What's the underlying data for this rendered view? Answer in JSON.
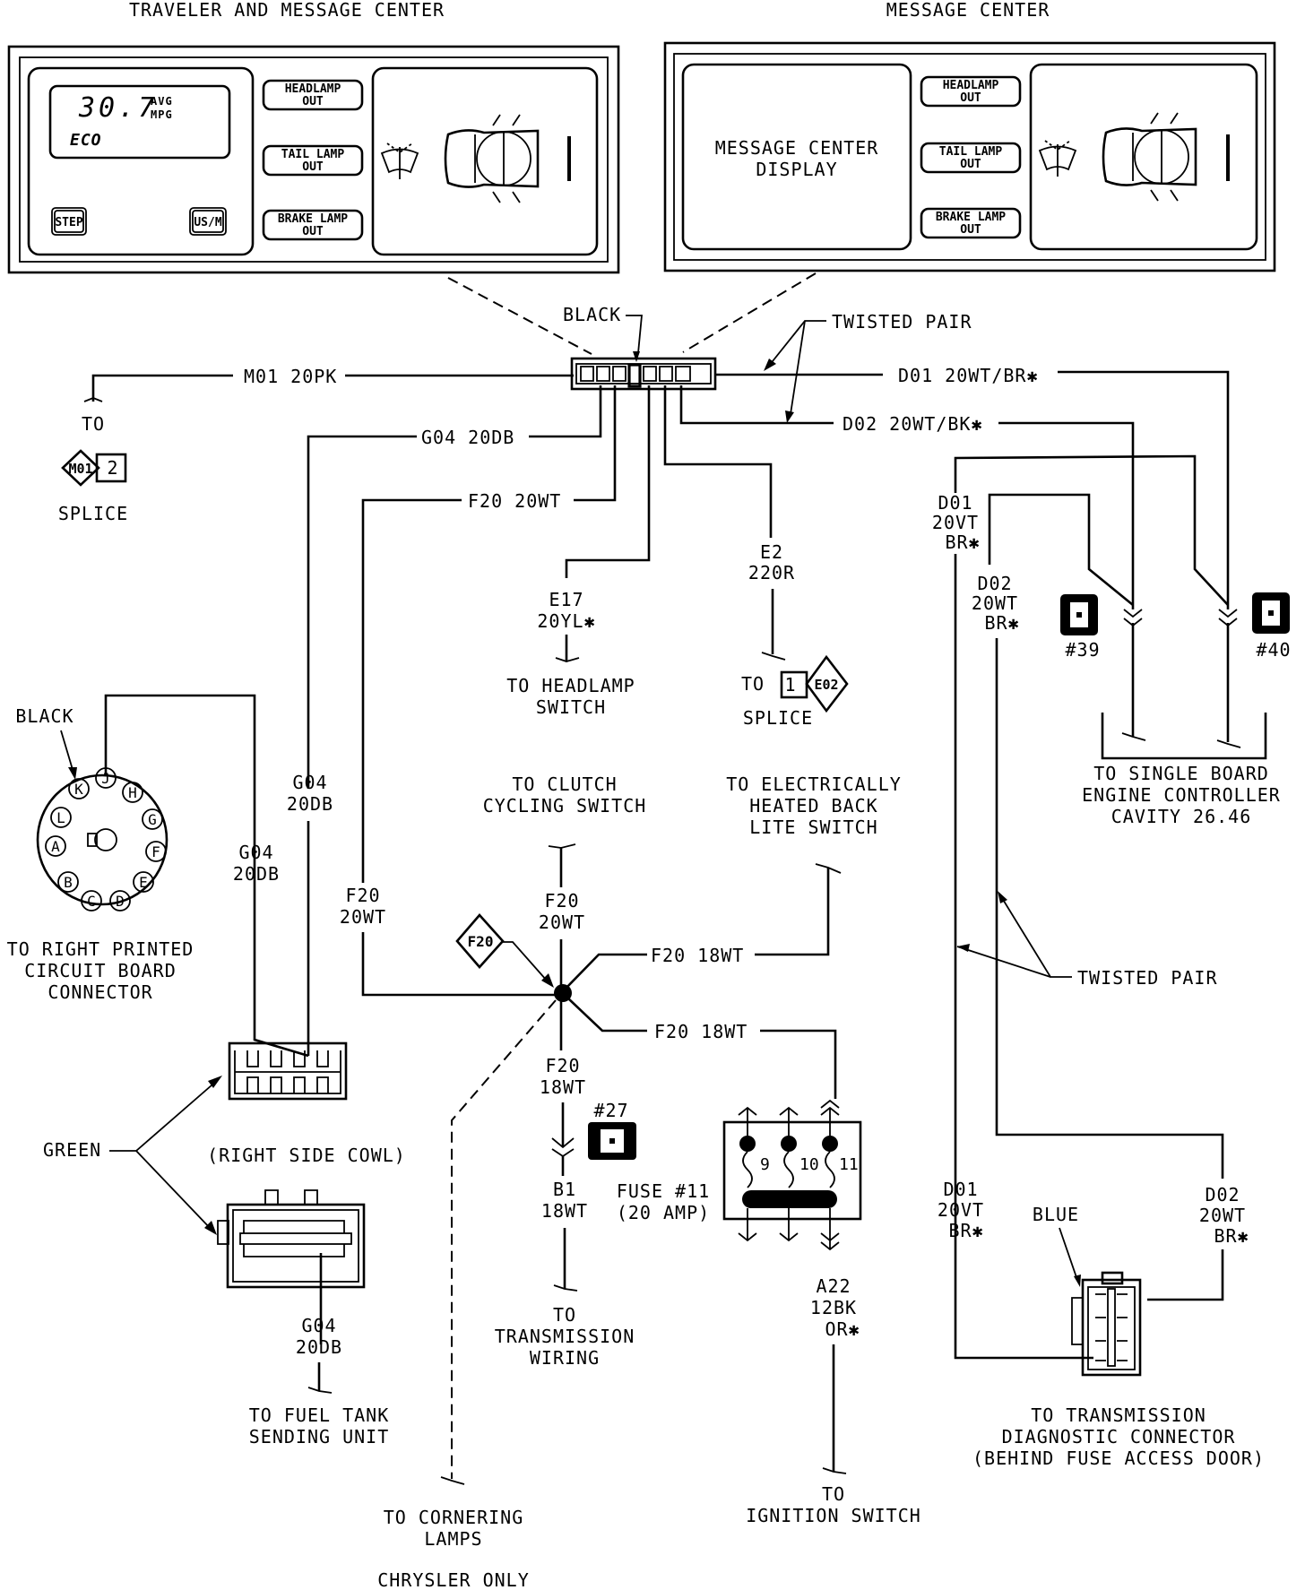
{
  "panels": {
    "traveler": {
      "title": "TRAVELER AND MESSAGE CENTER",
      "lcd_value": "30.7",
      "lcd_unit_top": "AVG",
      "lcd_unit_bottom": "MPG",
      "lcd_mode": "ECO",
      "step_button": "STEP",
      "units_button": "US/M",
      "lamp_buttons": [
        {
          "line1": "HEADLAMP",
          "line2": "OUT"
        },
        {
          "line1": "TAIL LAMP",
          "line2": "OUT"
        },
        {
          "line1": "BRAKE LAMP",
          "line2": "OUT"
        }
      ]
    },
    "message": {
      "title": "MESSAGE CENTER",
      "display_line1": "MESSAGE CENTER",
      "display_line2": "DISPLAY",
      "lamp_buttons": [
        {
          "line1": "HEADLAMP",
          "line2": "OUT"
        },
        {
          "line1": "TAIL LAMP",
          "line2": "OUT"
        },
        {
          "line1": "BRAKE LAMP",
          "line2": "OUT"
        }
      ]
    }
  },
  "main_connector": {
    "color_label": "BLACK"
  },
  "twisted_pair_label": "TWISTED PAIR",
  "wires": {
    "m01": "M01 20PK",
    "g04_top": "G04 20DB",
    "f20_top": "F20 20WT",
    "d01_top": "D01 20WT/BR✱",
    "d02_top": "D02 20WT/BK✱",
    "e17": [
      "E17",
      "20YL✱"
    ],
    "e2": [
      "E2",
      "220R"
    ],
    "g04_vert": [
      "G04",
      "20DB"
    ],
    "g04_pcb": [
      "G04",
      "20DB"
    ],
    "f20_left": [
      "F20",
      "20WT"
    ],
    "f20_up": [
      "F20",
      "20WT"
    ],
    "f20_right1": "F20 18WT",
    "f20_right2": "F20 18WT",
    "f20_down": [
      "F20",
      "18WT"
    ],
    "b1": [
      "B1",
      "18WT"
    ],
    "a22": [
      "A22",
      "12BK",
      "OR✱"
    ],
    "g04_fuel": [
      "G04",
      "20DB"
    ],
    "d01_right": [
      "D01",
      "20VT",
      "BR✱"
    ],
    "d02_right": [
      "D02",
      "20WT",
      "BR✱"
    ],
    "d01_low": [
      "D01",
      "20VT",
      "BR✱"
    ],
    "d02_low": [
      "D02",
      "20WT",
      "BR✱"
    ]
  },
  "splices": {
    "m01": {
      "to": "TO",
      "id": "M01",
      "num": "2",
      "label": "SPLICE"
    },
    "e02": {
      "to": "TO",
      "id": "E02",
      "num": "1",
      "label": "SPLICE"
    },
    "f20": {
      "id": "F20"
    }
  },
  "destinations": {
    "headlamp_switch": [
      "TO HEADLAMP",
      "SWITCH"
    ],
    "clutch": [
      "TO CLUTCH",
      "CYCLING SWITCH"
    ],
    "heated_back_lite": [
      "TO ELECTRICALLY",
      "HEATED BACK",
      "LITE SWITCH"
    ],
    "engine_controller": [
      "TO SINGLE BOARD",
      "ENGINE CONTROLLER",
      "CAVITY 26.46"
    ],
    "pcb_connector": [
      "TO RIGHT PRINTED",
      "CIRCUIT BOARD",
      "CONNECTOR"
    ],
    "transmission_wiring": [
      "TO",
      "TRANSMISSION",
      "WIRING"
    ],
    "fuel_tank": [
      "TO FUEL TANK",
      "SENDING UNIT"
    ],
    "cornering_lamps": [
      "TO CORNERING",
      "LAMPS"
    ],
    "cornering_note": "CHRYSLER ONLY",
    "ignition_switch": [
      "TO",
      "IGNITION SWITCH"
    ],
    "trans_diag": [
      "TO TRANSMISSION",
      "DIAGNOSTIC CONNECTOR",
      "(BEHIND FUSE ACCESS DOOR)"
    ]
  },
  "connectors": {
    "round_connector": {
      "color_label": "BLACK",
      "pins": [
        "A",
        "B",
        "C",
        "D",
        "E",
        "F",
        "G",
        "H",
        "J",
        "K",
        "L"
      ]
    },
    "green_label": "GREEN",
    "cowl_label": "(RIGHT SIDE COWL)",
    "blue_label": "BLUE",
    "c27": "#27",
    "c39": "#39",
    "c40": "#40"
  },
  "fuse": {
    "label_line1": "FUSE #11",
    "label_line2": "(20 AMP)",
    "terminals": [
      "9",
      "10",
      "11"
    ]
  }
}
